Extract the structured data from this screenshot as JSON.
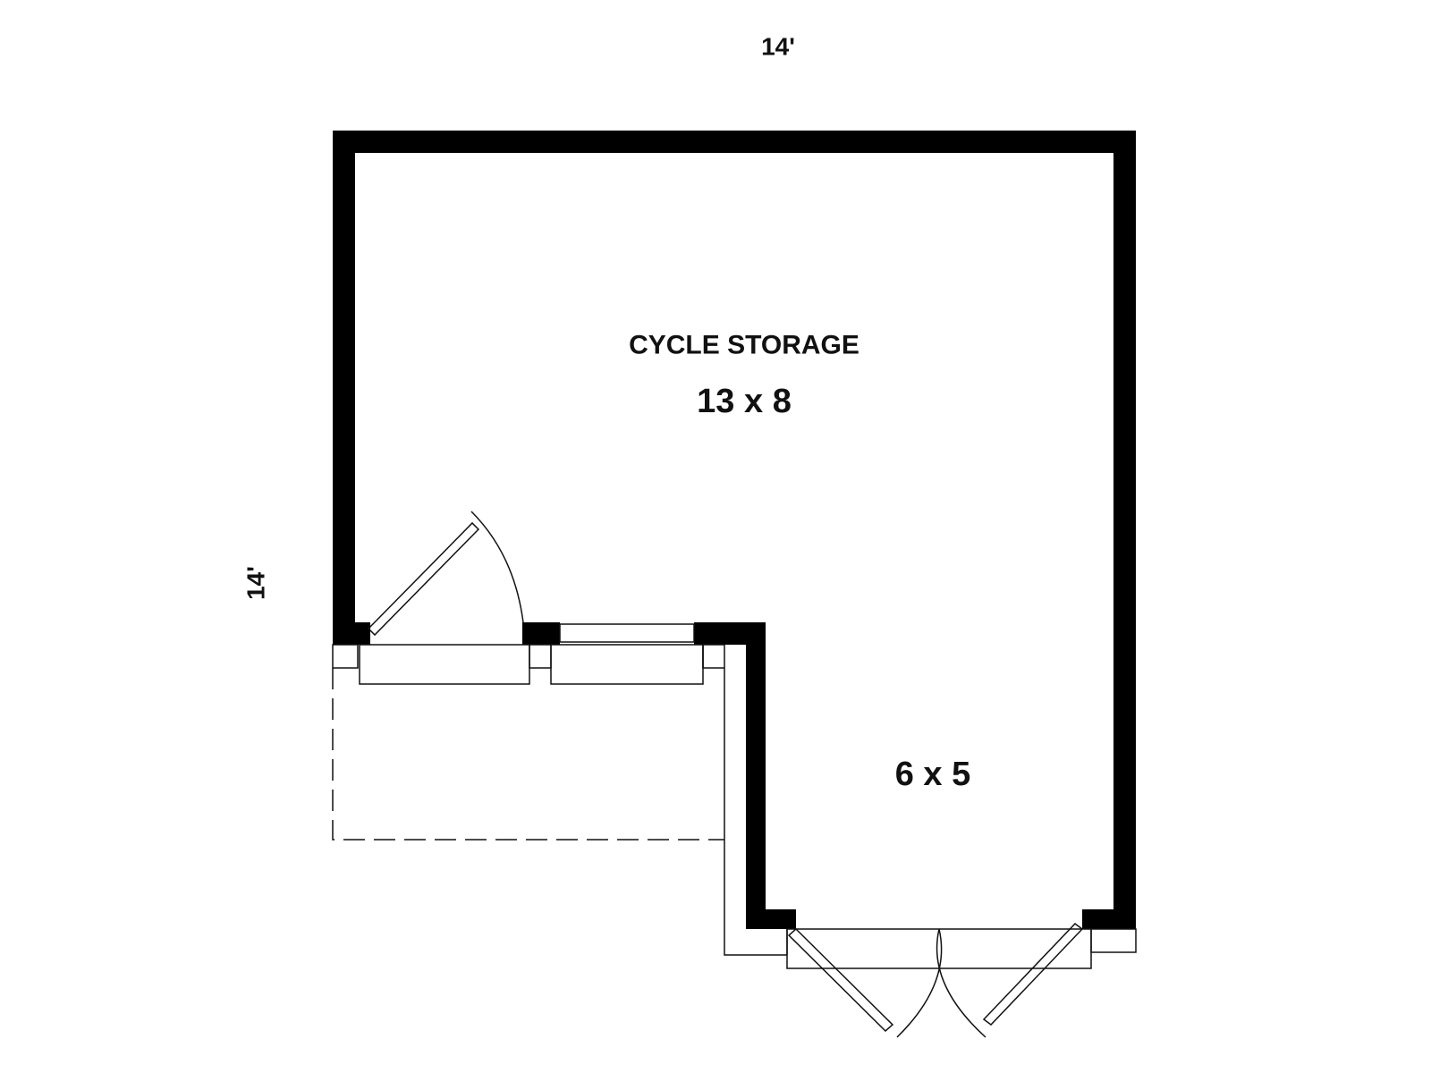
{
  "dimensions": {
    "width_label": "14'",
    "depth_label": "14'"
  },
  "rooms": [
    {
      "name": "CYCLE STORAGE",
      "size": "13 x 8"
    },
    {
      "name": "",
      "size": "6 x 5"
    }
  ],
  "colors": {
    "wall": "#000000",
    "line": "#111111",
    "background": "#ffffff"
  }
}
